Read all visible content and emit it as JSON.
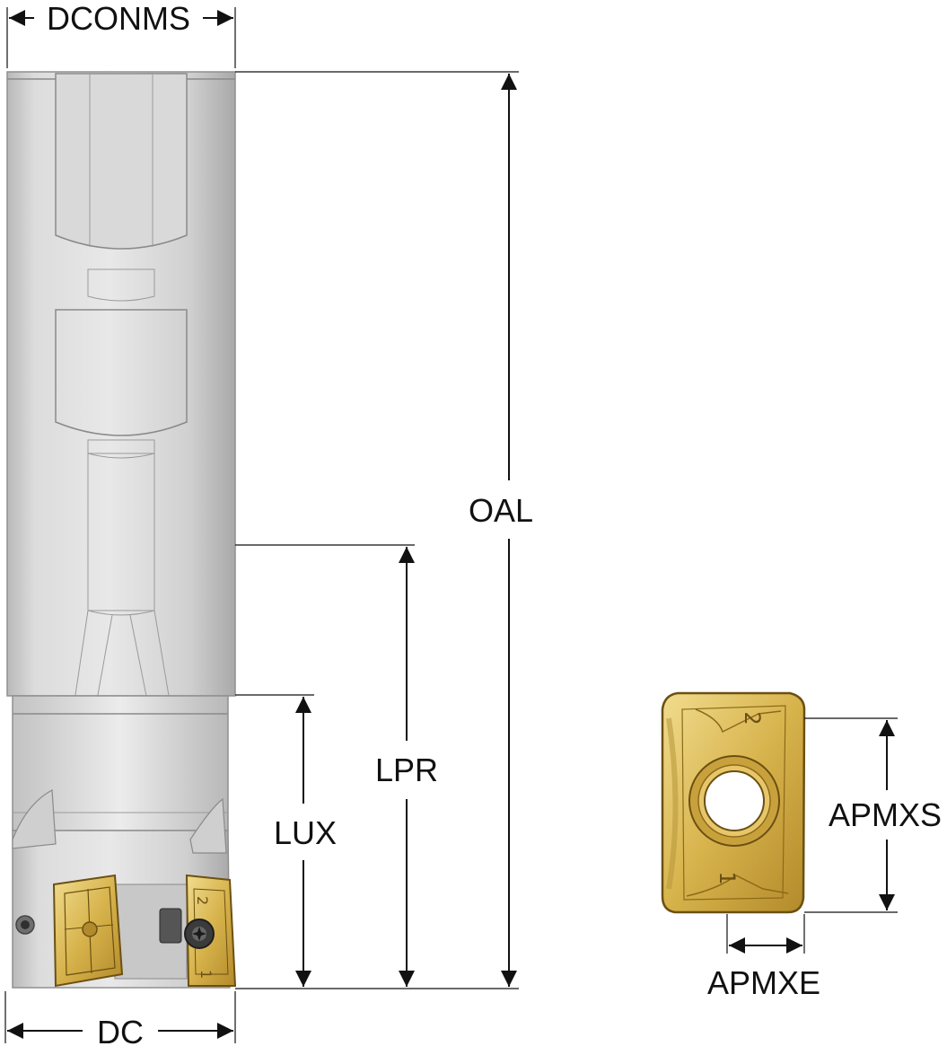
{
  "labels": {
    "dconms": "DCONMS",
    "oal": "OAL",
    "lpr": "LPR",
    "lux": "LUX",
    "dc": "DC",
    "apmxs": "APMXS",
    "apmxe": "APMXE"
  },
  "insert_marks": {
    "edge_top": "2",
    "edge_bottom": "1"
  },
  "colors": {
    "line": "#111111",
    "steel_light": "#e4e4e4",
    "steel_mid": "#c9c9c9",
    "steel_dark": "#9e9e9e",
    "insert_gold": "#d6b24a",
    "insert_light": "#efd98b",
    "insert_dark": "#8c6a1a"
  },
  "icons": {
    "arrow": "arrowhead",
    "screw": "torx-screw-icon"
  }
}
